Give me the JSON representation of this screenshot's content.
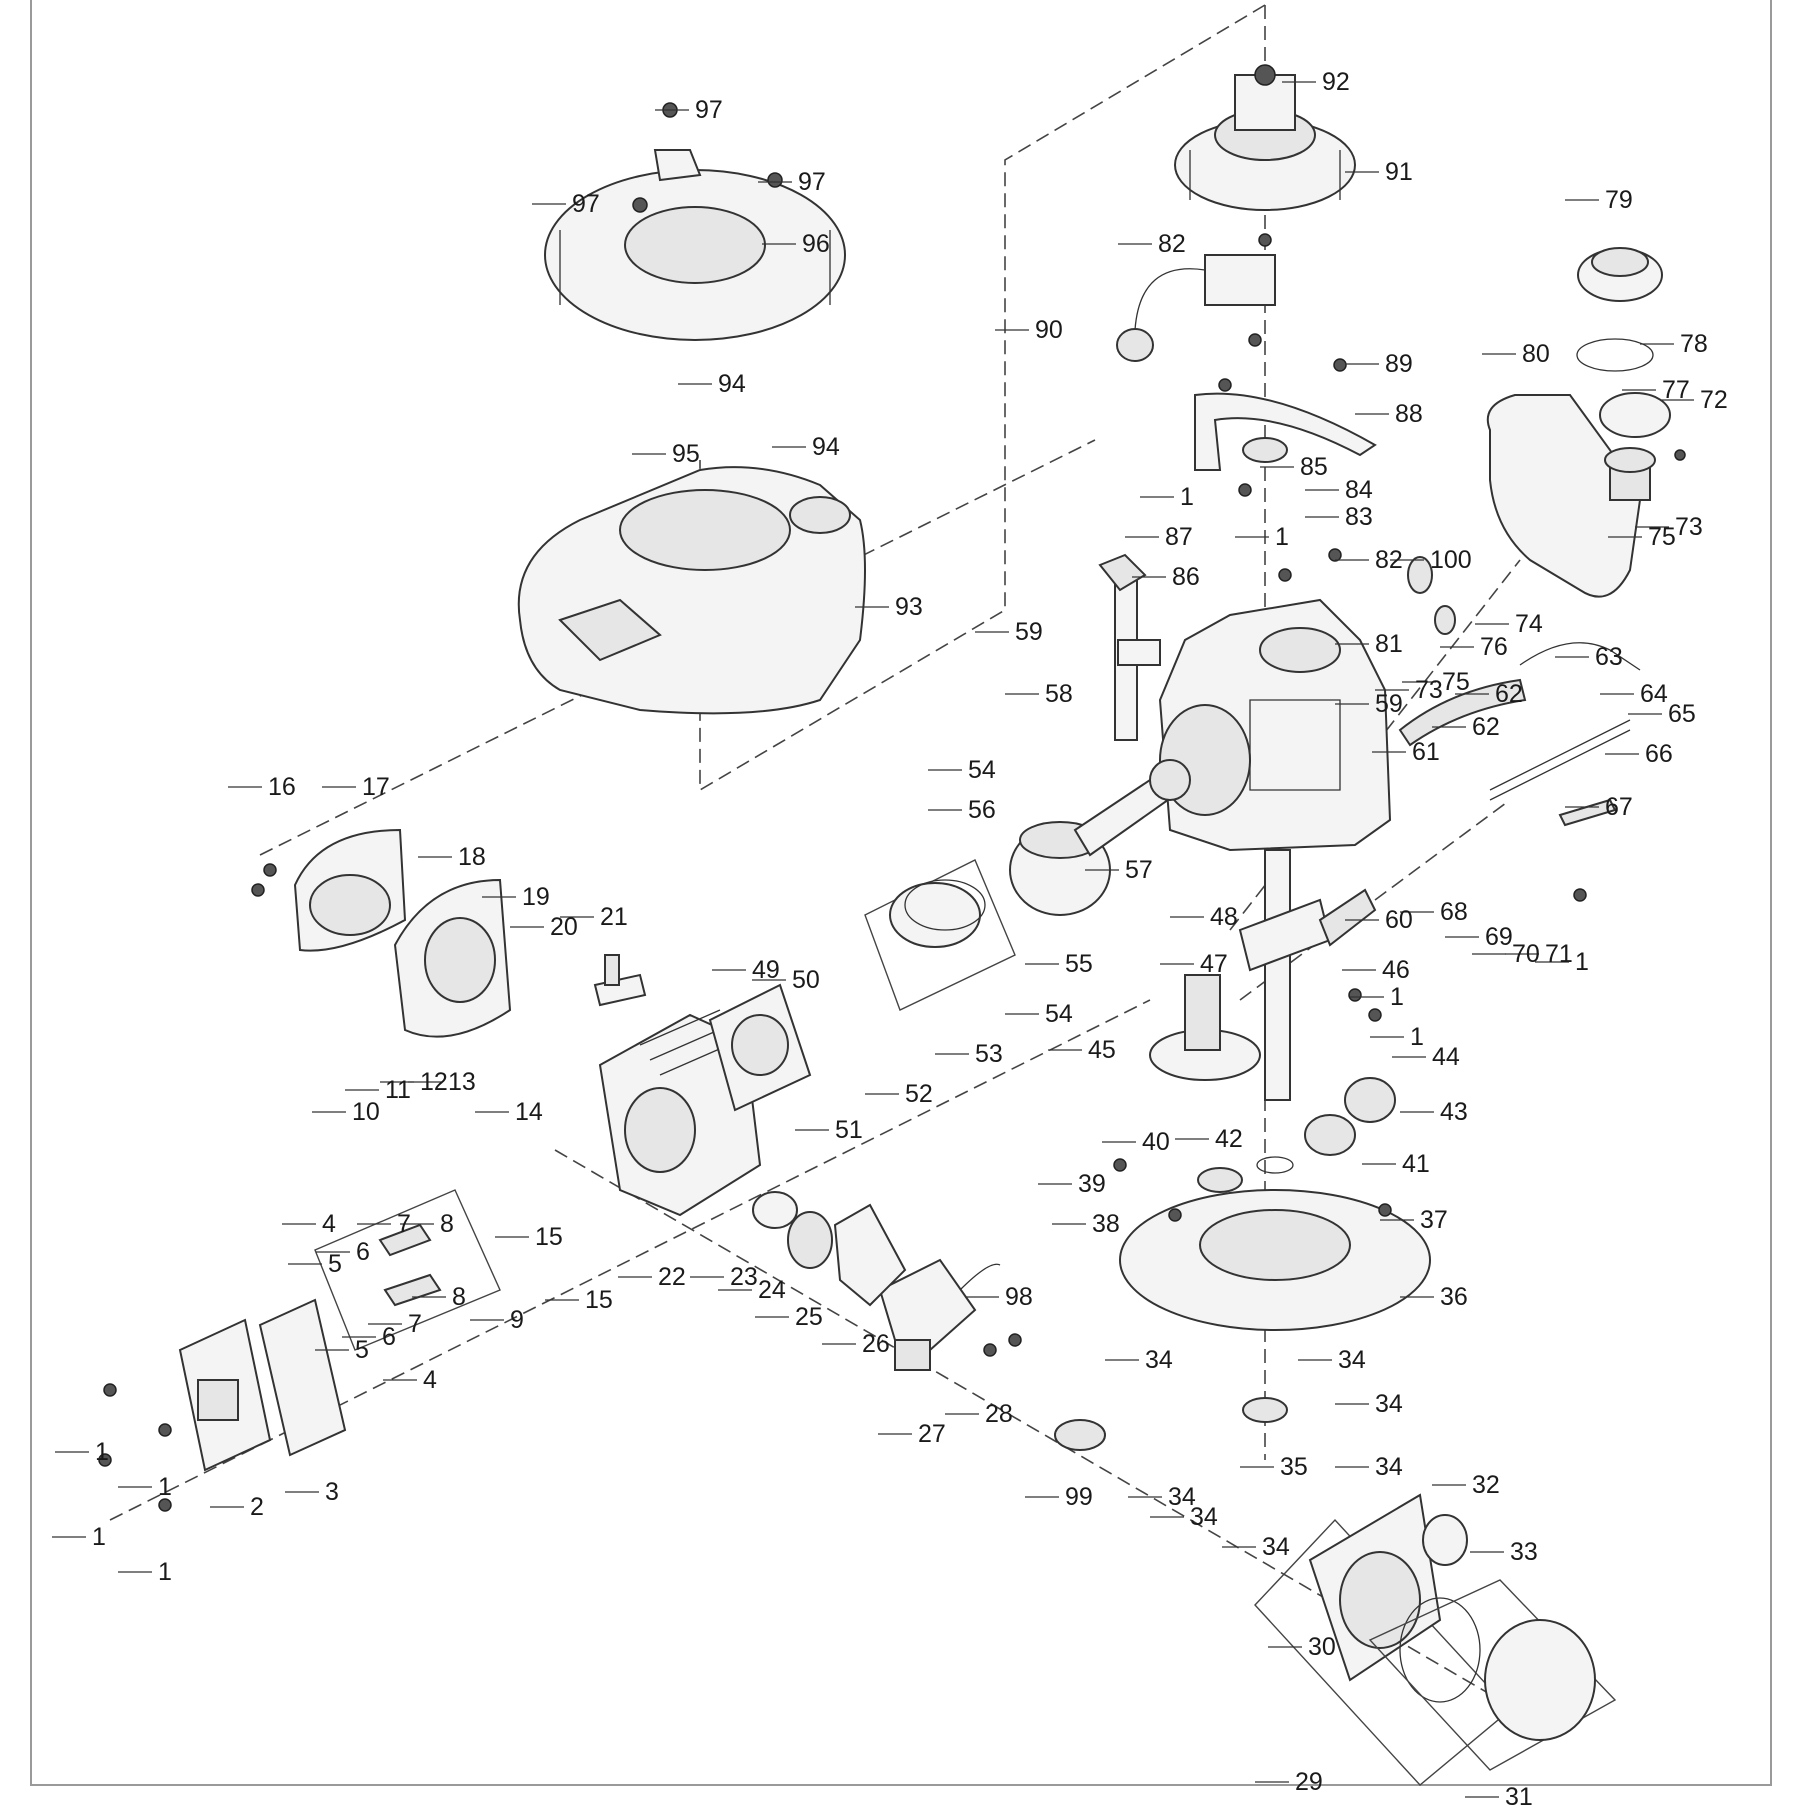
{
  "labels": [
    "1",
    "2",
    "3",
    "4",
    "5",
    "6",
    "7",
    "8",
    "9",
    "10",
    "11",
    "12",
    "13",
    "14",
    "15",
    "16",
    "17",
    "18",
    "19",
    "20",
    "21",
    "22",
    "23",
    "24",
    "25",
    "26",
    "27",
    "28",
    "29",
    "30",
    "31",
    "32",
    "33",
    "34",
    "35",
    "36",
    "37",
    "38",
    "39",
    "40",
    "41",
    "42",
    "43",
    "44",
    "45",
    "46",
    "47",
    "48",
    "49",
    "50",
    "51",
    "52",
    "53",
    "54",
    "55",
    "56",
    "57",
    "58",
    "59",
    "60",
    "61",
    "62",
    "63",
    "64",
    "65",
    "66",
    "67",
    "68",
    "69",
    "70",
    "71",
    "72",
    "73",
    "74",
    "75",
    "76",
    "77",
    "78",
    "79",
    "80",
    "81",
    "82",
    "83",
    "84",
    "85",
    "86",
    "87",
    "88",
    "89",
    "90",
    "91",
    "92",
    "93",
    "94",
    "95",
    "96",
    "97",
    "98",
    "99",
    "100"
  ]
}
